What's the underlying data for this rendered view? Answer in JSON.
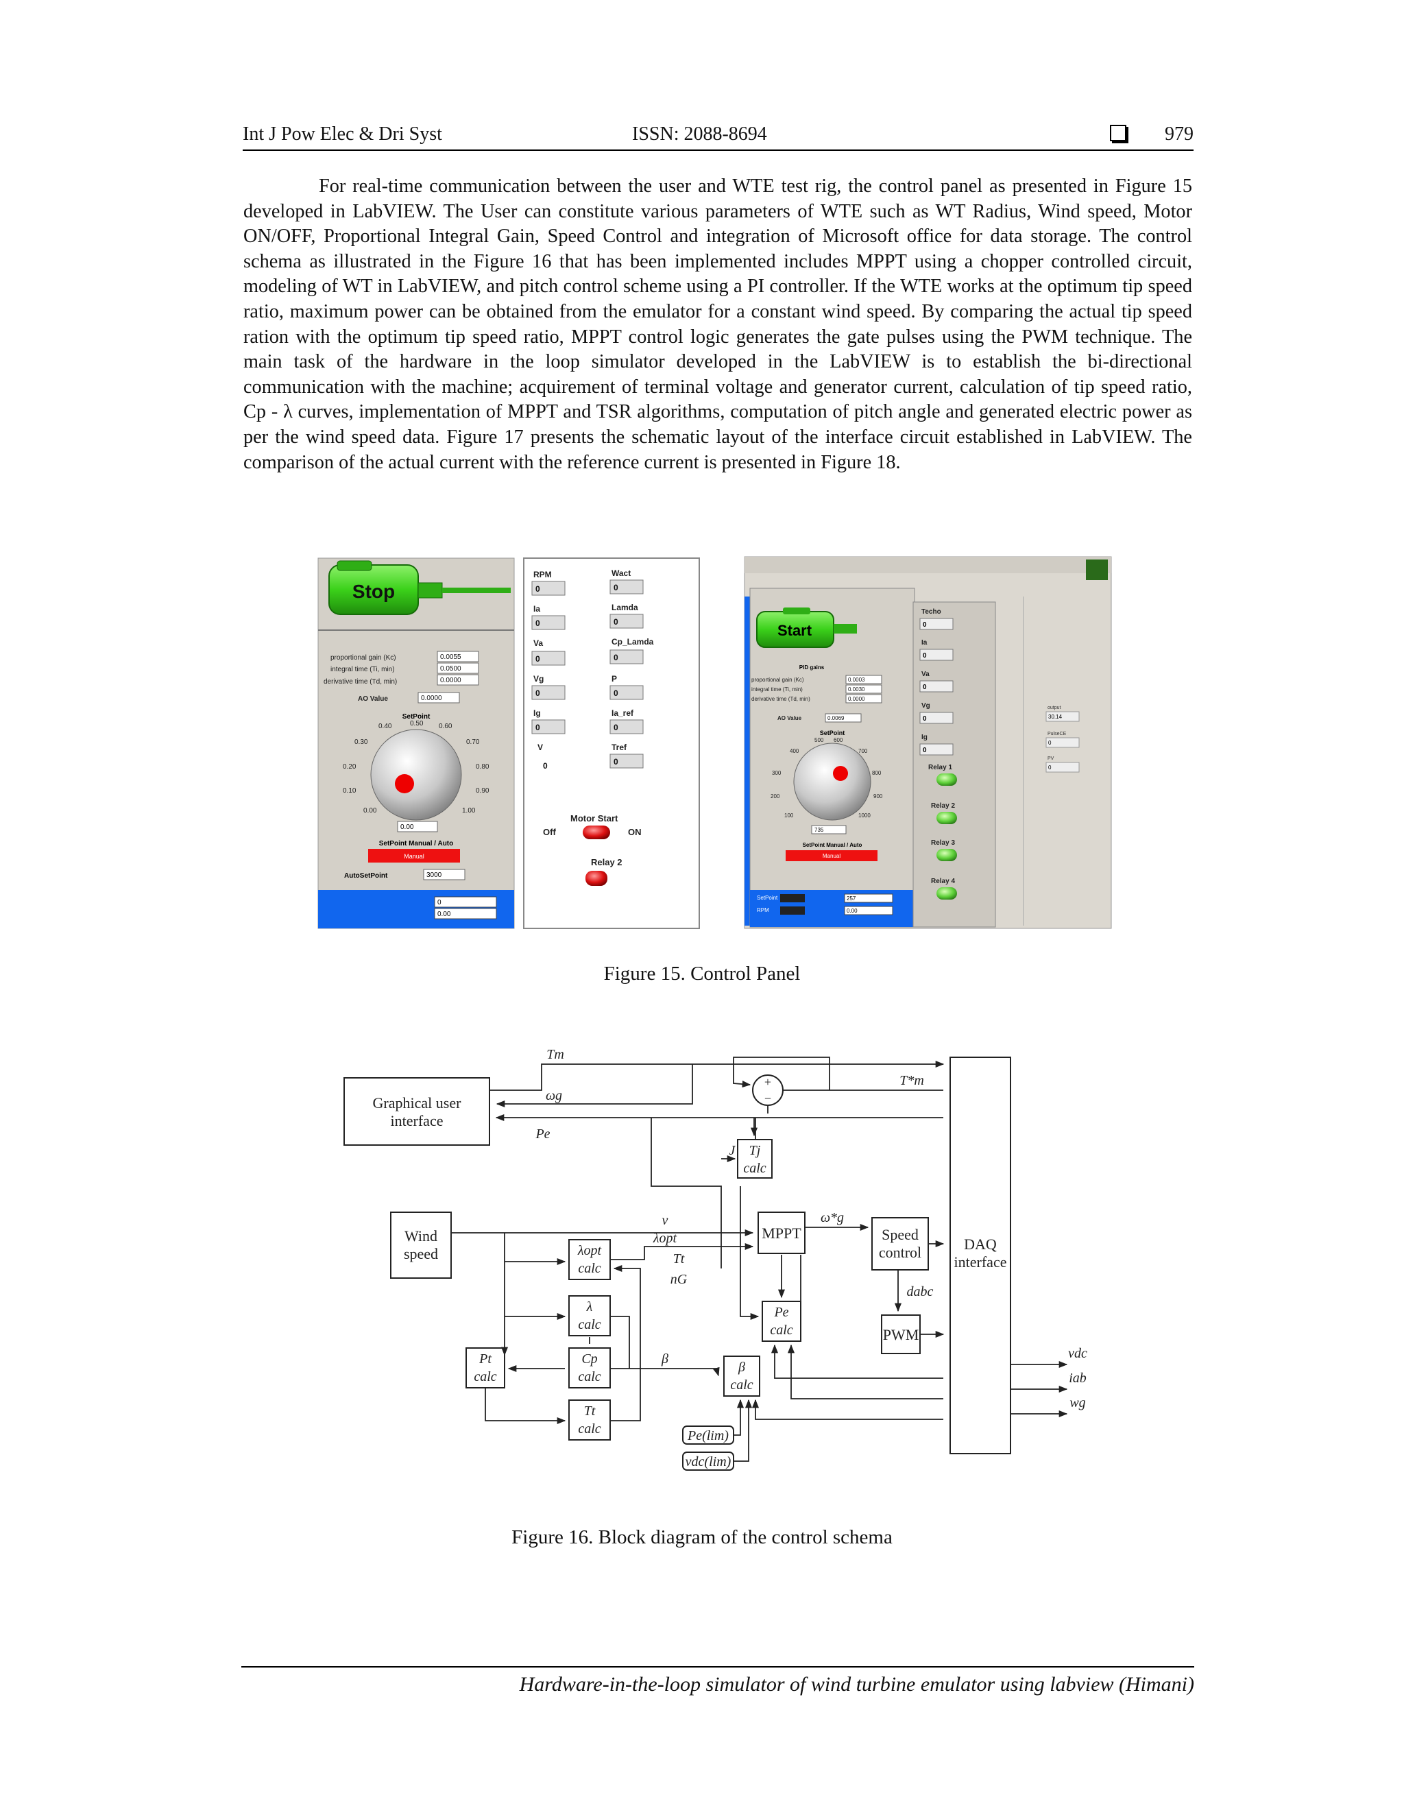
{
  "header": {
    "journal": "Int J Pow Elec & Dri Syst",
    "issn": "ISSN: 2088-8694",
    "page_number": "979"
  },
  "body_text": "For real-time communication between the user and WTE test rig, the control panel as presented in Figure 15 developed in LabVIEW. The User can constitute various parameters of WTE such as WT Radius, Wind speed, Motor ON/OFF, Proportional Integral Gain, Speed Control and integration of Microsoft office for data storage. The control schema as illustrated in the Figure 16 that has been implemented includes MPPT using a chopper controlled circuit, modeling of WT in LabVIEW, and pitch control scheme using a PI controller. If the WTE works at the optimum tip speed ratio, maximum power can be obtained from the emulator for a constant wind speed. By comparing the actual tip speed ration with the optimum tip speed ratio, MPPT control logic generates the gate pulses using the PWM technique. The main task of the hardware in the loop simulator developed in the LabVIEW is to establish the bi-directional communication with the machine; acquirement of terminal voltage and generator current, calculation of tip speed ratio, Cp - λ curves, implementation of MPPT and TSR algorithms, computation of pitch angle and generated electric power as per the wind speed data. Figure 17 presents the schematic layout of the interface circuit established in LabVIEW. The comparison of the actual current with the reference current is presented in Figure 18.",
  "figure15": {
    "caption": "Figure 15. Control Panel",
    "left_panel": {
      "stop_label": "Stop",
      "gain_labels": [
        "proportional gain (Kc)",
        "integral time (Ti, min)",
        "derivative time (Td, min)"
      ],
      "gain_values": [
        "0.0055",
        "0.0500",
        "0.0000"
      ],
      "ao_label": "AO Value",
      "ao_value": "0.0000",
      "setpoint_label": "SetPoint",
      "dial_ticks": [
        "0.40",
        "0.50",
        "0.60",
        "0.30",
        "0.70",
        "0.20",
        "0.80",
        "0.10",
        "0.90",
        "0.00",
        "1.00"
      ],
      "dial_value": "0.00",
      "mode_label": "SetPoint Manual / Auto",
      "mode_value": "Manual",
      "auto_setpoint_label": "AutoSetPoint",
      "auto_setpoint_value": "3000",
      "bottom_values": [
        "0",
        "0.00"
      ]
    },
    "readings": {
      "left": [
        {
          "label": "RPM",
          "value": "0"
        },
        {
          "label": "Ia",
          "value": "0"
        },
        {
          "label": "Va",
          "value": "0"
        },
        {
          "label": "Vg",
          "value": "0"
        },
        {
          "label": "Ig",
          "value": "0"
        },
        {
          "label": "V",
          "value": "0"
        }
      ],
      "right": [
        {
          "label": "Wact",
          "value": "0"
        },
        {
          "label": "Lamda",
          "value": "0"
        },
        {
          "label": "Cp_Lamda",
          "value": "0"
        },
        {
          "label": "P",
          "value": "0"
        },
        {
          "label": "Ia_ref",
          "value": "0"
        },
        {
          "label": "Tref",
          "value": "0"
        }
      ],
      "motor_start_label": "Motor Start",
      "off_label": "Off",
      "on_label": "ON",
      "relay2_label": "Relay 2"
    },
    "right_panel": {
      "start_label": "Start",
      "pid_label": "PID gains",
      "gain_labels": [
        "proportional gain (Kc)",
        "integral time (Ti, min)",
        "derivative time (Td, min)"
      ],
      "gain_values": [
        "0.0003",
        "0.0030",
        "0.0000"
      ],
      "ao_label": "AO Value",
      "ao_value": "0.0069",
      "setpoint_label": "SetPoint",
      "dial_ticks": [
        "500",
        "600",
        "400",
        "700",
        "300",
        "800",
        "200",
        "900",
        "100",
        "1000"
      ],
      "dial_value": "735",
      "mode_label": "SetPoint Manual / Auto",
      "mode_value": "Manual",
      "bottom_labels": [
        "SetPoint",
        "RPM"
      ],
      "bottom_values": [
        "257",
        "0.00"
      ],
      "readings": [
        {
          "label": "Techo",
          "value": "0"
        },
        {
          "label": "Ia",
          "value": "0"
        },
        {
          "label": "Va",
          "value": "0"
        },
        {
          "label": "Vg",
          "value": "0"
        },
        {
          "label": "Ig",
          "value": "0"
        }
      ],
      "relays": [
        "Relay 1",
        "Relay 2",
        "Relay 3",
        "Relay 4"
      ],
      "side_labels": [
        "output",
        "PulseCE",
        "PV"
      ],
      "side_values": [
        "30.14",
        "0",
        "0"
      ]
    }
  },
  "figure16": {
    "caption": "Figure 16. Block diagram of the control schema",
    "blocks": {
      "gui": [
        "Graphical user",
        "interface"
      ],
      "wind": [
        "Wind",
        "speed"
      ],
      "mppt": "MPPT",
      "speed": [
        "Speed",
        "control"
      ],
      "daq": [
        "DAQ",
        "interface"
      ],
      "pwm": "PWM",
      "calc": "calc",
      "pe_lim": "Pe(lim)",
      "vdc_lim": "vdc(lim)"
    },
    "signals": {
      "tm": "Tm",
      "wg": "ωg",
      "pe": "Pe",
      "tm_ref": "T*m",
      "j": "J",
      "tj": "Tj",
      "v": "v",
      "lopt": "λopt",
      "tt_ng": [
        "Tt",
        "nG"
      ],
      "wg_ref": "ω*g",
      "dabc": "dabc",
      "beta": "β",
      "lambda": "λ",
      "pt": "Pt",
      "cp": "Cp",
      "tt": "Tt",
      "pe_blk": "Pe",
      "vdc": "vdc",
      "iab": "iab",
      "wg_out": "wg"
    }
  },
  "footer": "Hardware-in-the-loop simulator of wind turbine emulator using labview (Himani)"
}
